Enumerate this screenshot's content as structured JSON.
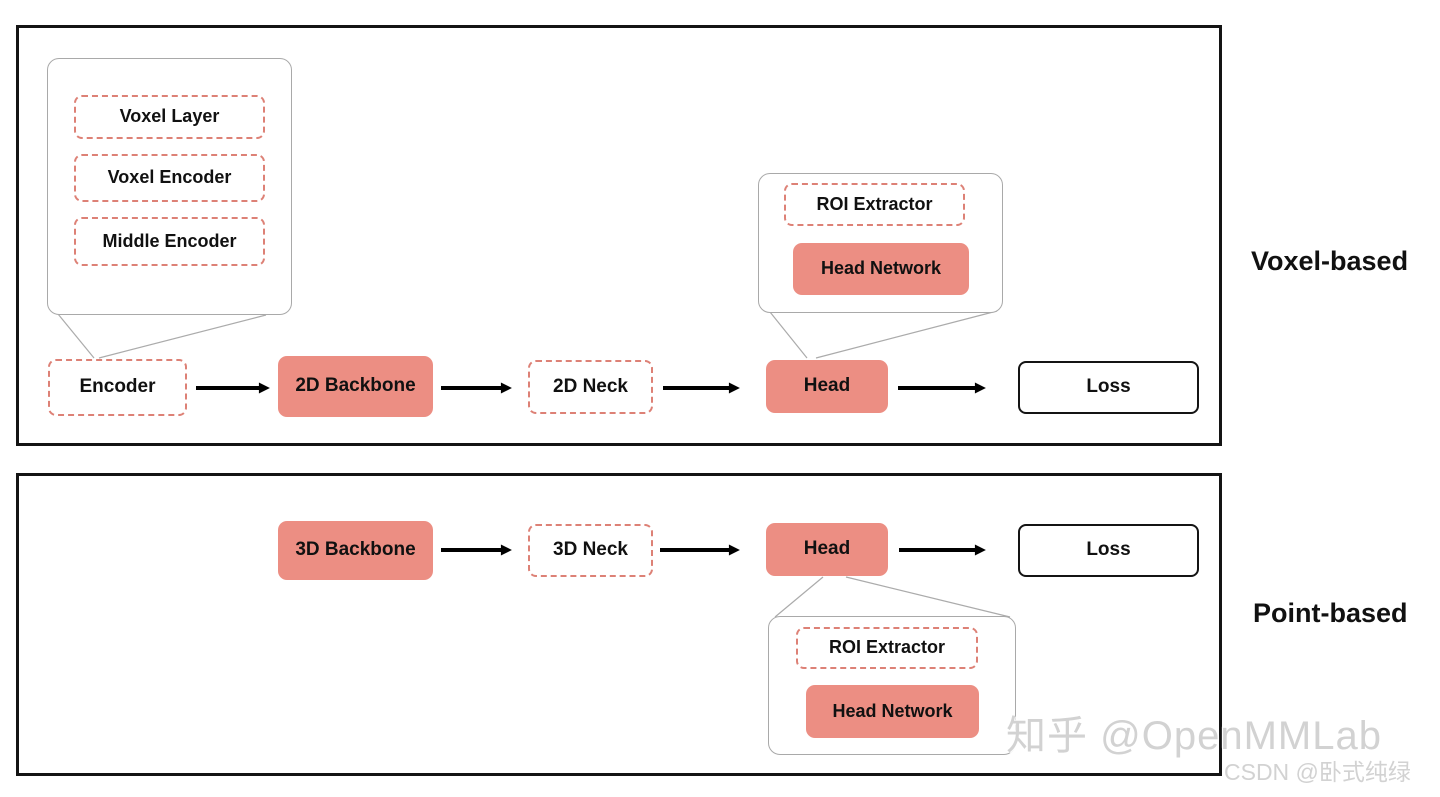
{
  "colors": {
    "salmon_fill": "#EC8E83",
    "dash_border": "#DD8176",
    "callout_border": "#A9A9A9",
    "frame_border": "#141414",
    "arrow": "#000000",
    "watermark": "#D2D2D2"
  },
  "voxel_section": {
    "label": "Voxel-based",
    "flow": {
      "encoder": "Encoder",
      "backbone": "2D Backbone",
      "neck": "2D Neck",
      "head": "Head",
      "loss": "Loss"
    },
    "encoder_callout": {
      "voxel_layer": "Voxel Layer",
      "voxel_encoder": "Voxel Encoder",
      "middle_encoder": "Middle Encoder"
    },
    "head_callout": {
      "roi_extractor": "ROI Extractor",
      "head_network": "Head Network"
    }
  },
  "point_section": {
    "label": "Point-based",
    "flow": {
      "backbone": "3D Backbone",
      "neck": "3D Neck",
      "head": "Head",
      "loss": "Loss"
    },
    "head_callout": {
      "roi_extractor": "ROI Extractor",
      "head_network": "Head Network"
    }
  },
  "watermarks": {
    "zhihu": "知乎 @OpenMMLab",
    "csdn": "CSDN @卧式纯绿"
  }
}
